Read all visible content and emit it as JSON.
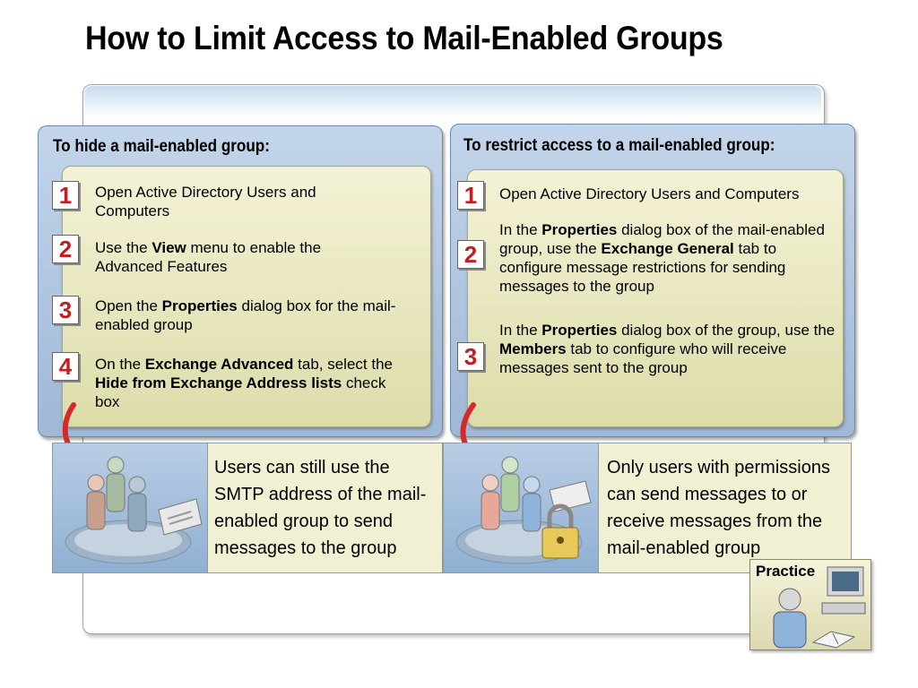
{
  "slide_title": "How to Limit Access to Mail-Enabled Groups",
  "left_panel": {
    "heading": "To hide a mail-enabled group:",
    "steps": [
      {
        "number": "1",
        "parts": [
          {
            "text": "Open Active Directory Users and Computers",
            "bold": false
          }
        ]
      },
      {
        "number": "2",
        "parts": [
          {
            "text": "Use the ",
            "bold": false
          },
          {
            "text": "View",
            "bold": true
          },
          {
            "text": " menu to enable the Advanced Features",
            "bold": false
          }
        ]
      },
      {
        "number": "3",
        "parts": [
          {
            "text": "Open the ",
            "bold": false
          },
          {
            "text": "Properties",
            "bold": true
          },
          {
            "text": " dialog box for the mail-enabled group",
            "bold": false
          }
        ]
      },
      {
        "number": "4",
        "parts": [
          {
            "text": "On the ",
            "bold": false
          },
          {
            "text": "Exchange Advanced",
            "bold": true
          },
          {
            "text": " tab, select the  ",
            "bold": false
          },
          {
            "text": "Hide from Exchange Address lists",
            "bold": true
          },
          {
            "text": " check box",
            "bold": false
          }
        ]
      }
    ]
  },
  "right_panel": {
    "heading": "To restrict access to a mail-enabled group:",
    "steps": [
      {
        "number": "1",
        "parts": [
          {
            "text": "Open Active Directory Users and Computers",
            "bold": false
          }
        ]
      },
      {
        "number": "2",
        "parts": [
          {
            "text": "In the ",
            "bold": false
          },
          {
            "text": "Properties",
            "bold": true
          },
          {
            "text": " dialog box of the mail-enabled group, use the ",
            "bold": false
          },
          {
            "text": "Exchange General",
            "bold": true
          },
          {
            "text": " tab to configure message restrictions for sending messages to the group",
            "bold": false
          }
        ]
      },
      {
        "number": "3",
        "parts": [
          {
            "text": "In the ",
            "bold": false
          },
          {
            "text": "Properties",
            "bold": true
          },
          {
            "text": " dialog box of the group, use the ",
            "bold": false
          },
          {
            "text": "Members",
            "bold": true
          },
          {
            "text": " tab to configure who will receive messages sent to the group",
            "bold": false
          }
        ]
      }
    ]
  },
  "left_info": "Users can still use the SMTP address of the mail-enabled group to send messages to the group",
  "right_info": "Only users with permissions can send messages to or receive messages from the mail-enabled group",
  "practice_label": "Practice",
  "colors": {
    "badge_number": "#c02020",
    "arrow": "#d42a2a",
    "panel_blue": "#a9c0dc",
    "inner_cream": "#eae8c4"
  }
}
